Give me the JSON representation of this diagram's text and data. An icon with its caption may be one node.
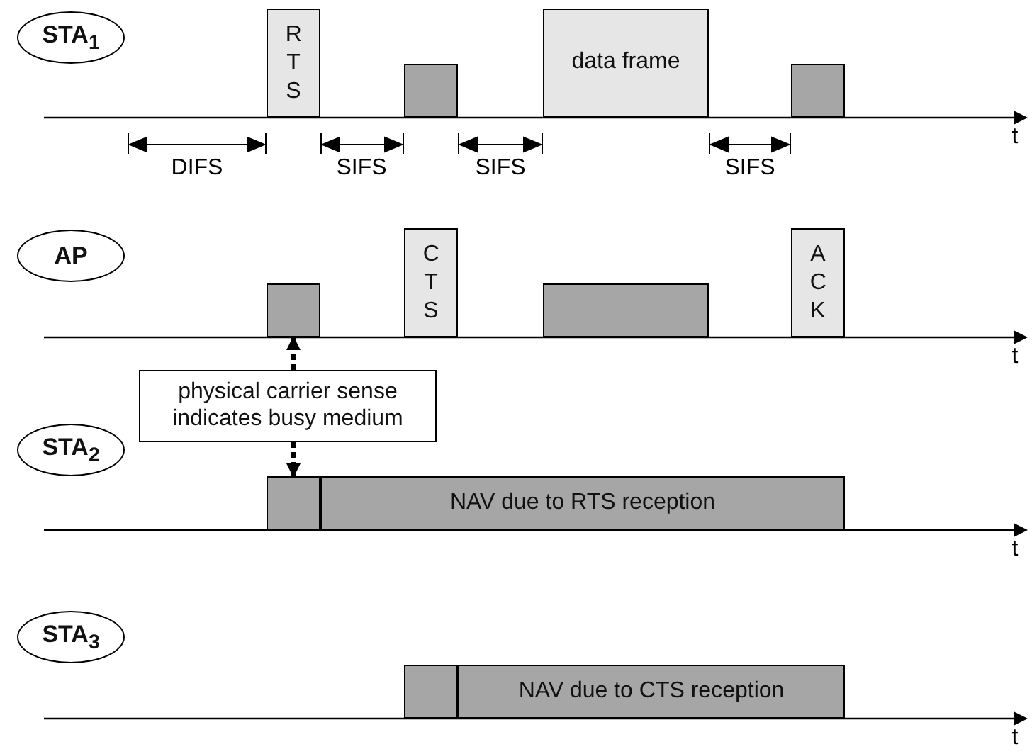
{
  "diagram": {
    "nodes": [
      {
        "text": [
          "STA$_{1}$"
        ]
      },
      {
        "text": [
          "RTS"
        ]
      },
      {
        "text": [],
        "shape": "bar"
      },
      {
        "text": [
          "data frame"
        ]
      },
      {
        "text": [],
        "shape": "bar"
      },
      {
        "text": [
          "AP"
        ]
      },
      {
        "text": [],
        "shape": "bar"
      },
      {
        "text": [
          "CTS"
        ]
      },
      {
        "text": [],
        "shape": "bar"
      },
      {
        "text": [
          "ACK"
        ]
      },
      {
        "text": [
          "physical carrier sense indicates busy medium"
        ]
      },
      {
        "text": [
          "STA$_{2}$"
        ]
      },
      {
        "text": [],
        "shape": "bar"
      },
      {
        "text": [
          "NAV due to RTS reception"
        ]
      },
      {
        "text": [
          "STA$_{3}$"
        ]
      },
      {
        "text": [],
        "shape": "bar"
      },
      {
        "text": [
          "NAV due to CTS reception"
        ]
      }
    ],
    "edges": [
      {
        "from": 10,
        "to": 6,
        "arrow": "to",
        "style": "dashed"
      },
      {
        "from": 10,
        "to": 12,
        "arrow": "to",
        "style": "dashed"
      }
    ],
    "labels": [
      "t",
      "DIFS",
      "SIFS",
      "SIFS",
      "SIFS",
      "t",
      "t",
      "t"
    ]
  }
}
